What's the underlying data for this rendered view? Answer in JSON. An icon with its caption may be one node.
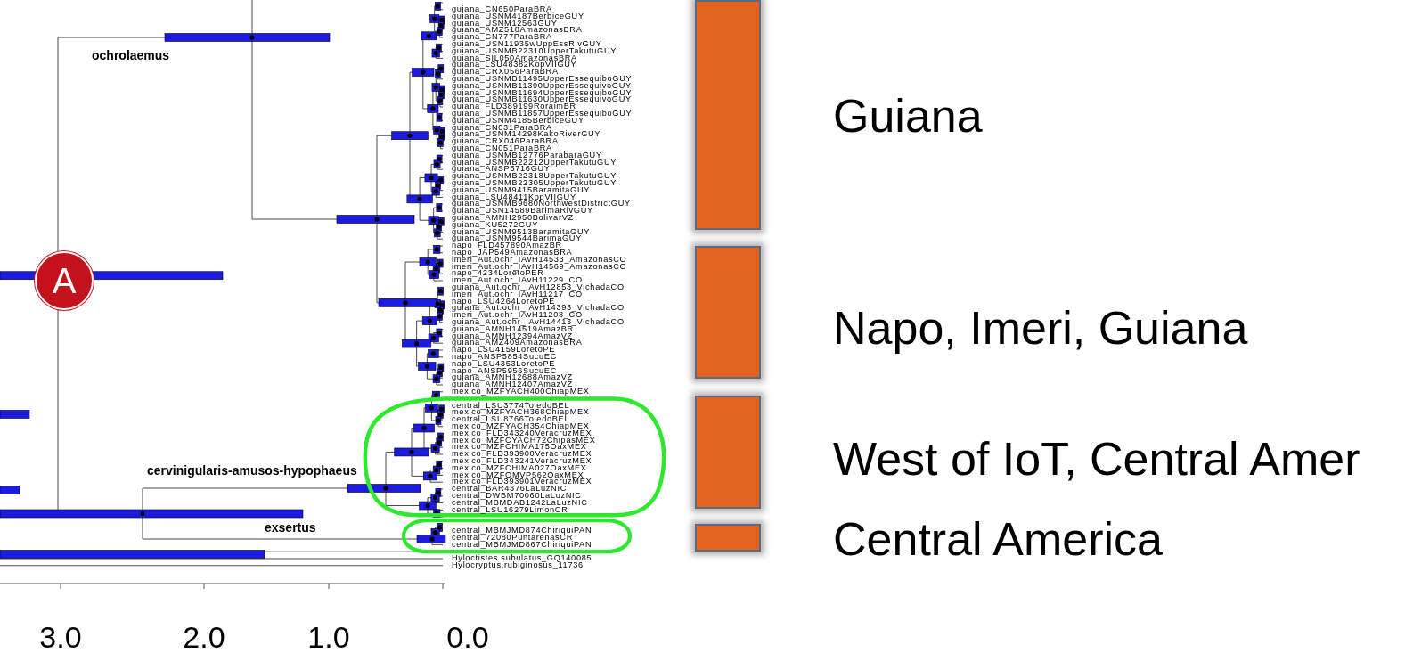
{
  "diagram": {
    "nodes": [
      {
        "text": [
          "A"
        ]
      },
      {
        "text": [],
        "shape": "bar",
        "beside": [
          "Guiana"
        ]
      },
      {
        "text": [],
        "shape": "bar",
        "beside": [
          "Napo, Imeri, Guiana"
        ]
      },
      {
        "text": [],
        "shape": "bar",
        "beside": [
          "West of IoT, Central Amer"
        ]
      },
      {
        "text": [],
        "shape": "bar",
        "beside": [
          "Central America"
        ]
      }
    ],
    "labels": [
      "ochrolaemus",
      "guiana_CN650ParaBRA",
      "guiana_USNM4187BerbiceGUY",
      "guiana_USNM12563GUY",
      "guiana_AMZ518AmazonasBRA",
      "guiana_CN777ParaBRA",
      "guiana_USN11935wUppEssRivGUY",
      "guiana_USNMB22310UpperTakutuGUY",
      "guiana_SIL050AmazonasBRA",
      "guiana_LSU48382KopVIIGUY",
      "guiana_CRX056ParaBRA",
      "guiana_USNMB11495UpperEssequiboGUY",
      "guiana_USNMB11390UpperEssequivoGUY",
      "guiana_USNMB11694UpperEssequiboGUY",
      "guiana_USNMB11630UpperEssequivoGUY",
      "guiana_FLD389199RoraimBR",
      "guiana_USNMB11857UpperEssequiboGUY",
      "guiana_USNM4185BerbiceGUY",
      "guiana_CN031ParaBRA",
      "guiana_USNM14298KakoRiverGUY",
      "guiana_CRX046ParaBRA",
      "guiana_CN051ParaBRA",
      "guiana_USNMB12776ParabaraGUY",
      "guiana_USNMB22212UpperTakutuGUY",
      "guiana_ANSP5716GUY",
      "guiana_USNMB22318UpperTakutuGUY",
      "guiana_USNMB22305UpperTakutuGUY",
      "guiana_USNM9415BaramitaGUY",
      "guiana_LSU48411KopVIIGUY",
      "guiana_USNMB9680NorthwestDistrictGUY",
      "guiana_USN14589BarimaRivGUY",
      "guiana_AMNH2950BolivarVZ",
      "guiana_KU5272GUY",
      "guiana_USNM9513BaramitaGUY",
      "guiana_USNM9544BarimaGUY",
      "napo_FLD457890AmazBR",
      "napo_JAP549AmazonasBRA",
      "imeri_Aut.ochr_IAvH14533_AmazonasCO",
      "imeri_Aut.ochr_IAvH14569_AmazonasCO",
      "napo_4234LoretoPER",
      "imeri_Aut.ochr_IAvH11229_CO",
      "guiana_Aut.ochr_IAvH12853_VichadaCO",
      "imeri_Aut.ochr_IAvH11217_CO",
      "napo_LSU4264LoretoPE",
      "guiana_Aut.ochr_IAvH14393_VichadaCO",
      "imeri_Aut.ochr_IAvH11208_CO",
      "guiana_Aut.ochr_IAvH14413_VichadaCO",
      "guiana_AMNH14519AmazBR",
      "guiana_AMNH12394AmazVZ",
      "guiana_AMZ409AmazonasBRA",
      "napo_LSU4159LoretoPE",
      "napo_ANSP5854SucuEC",
      "napo_LSU4353LoretoPE",
      "napo_ANSP5956SucuEC",
      "guiana_AMNH12688AmazVZ",
      "guiana_AMNH12407AmazVZ",
      "mexico_MZFYACH400ChiapMEX",
      "central_LSU3774ToledoBEL",
      "mexico_MZFYACH368ChiapMEX",
      "central_LSU8766ToledoBEL",
      "mexico_MZFYACH354ChiapMEX",
      "mexico_FLD343240VeracruzMEX",
      "mexico_MZFCYACH72ChipasMEX",
      "mexico_MZFCHIMA175OaxMEX",
      "mexico_FLD393900VeracruzMEX",
      "mexico_FLD343241VeracruzMEX",
      "mexico_MZFCHIMA027OaxMEX",
      "mexico_MZFOMVP562OaxMEX",
      "mexico_FLD393901VeracruzMEX",
      "central_BAR4376LaLuzNIC",
      "central_DWBM70060LaLuzNIC",
      "central_MBMDAB1242LaLuzNIC",
      "central_LSU16279LimonCR",
      "central_MBMJMD874ChiriquiPAN",
      "central_72080PuntarenasCR",
      "central_MBMJMD867ChiriquiPAN",
      "Hyloctistes.subulatus_GQ140085",
      "Hylocryptus.rubiginosus_11736",
      "cervinigularis-amusos-hypophaeus",
      "exsertus",
      "3.0",
      "2.0",
      "1.0",
      "0.0"
    ]
  }
}
